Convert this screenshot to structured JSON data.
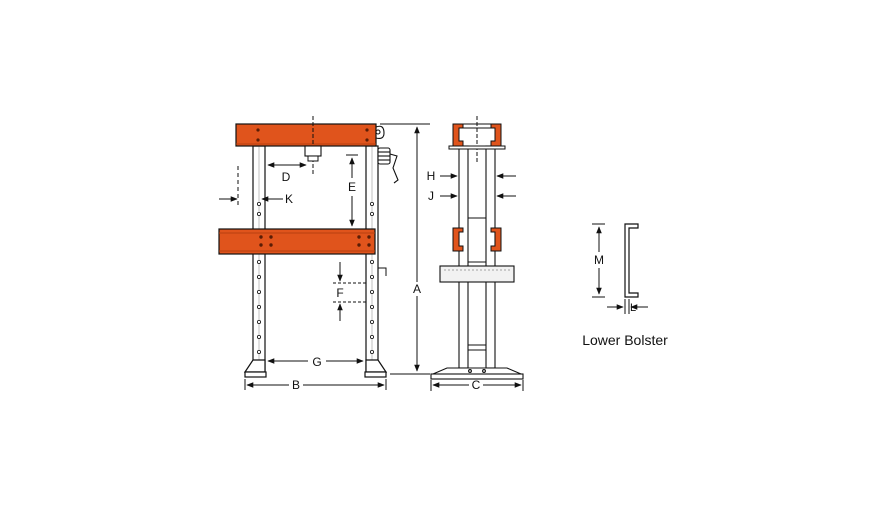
{
  "colors": {
    "beam": "#e0541c",
    "beam_dark": "#b8400f",
    "line": "#111111",
    "frame": "#ffffff",
    "bed": "#f2f2f2"
  },
  "labels": {
    "A": "A",
    "B": "B",
    "C": "C",
    "D": "D",
    "E": "E",
    "F": "F",
    "G": "G",
    "H": "H",
    "J": "J",
    "K": "K",
    "L": "L",
    "M": "M"
  },
  "lower_bolster": {
    "caption": "Lower Bolster"
  }
}
